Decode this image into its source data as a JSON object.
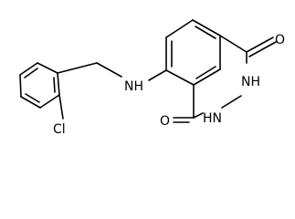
{
  "molecule": {
    "atom_labels": {
      "nh": "NH",
      "cl": "Cl",
      "o_top": "O",
      "o_bottom": "O",
      "hn_right": "NH",
      "hn_left": "HN"
    },
    "colors": {
      "ink": "#000000",
      "background": "#ffffff"
    }
  }
}
